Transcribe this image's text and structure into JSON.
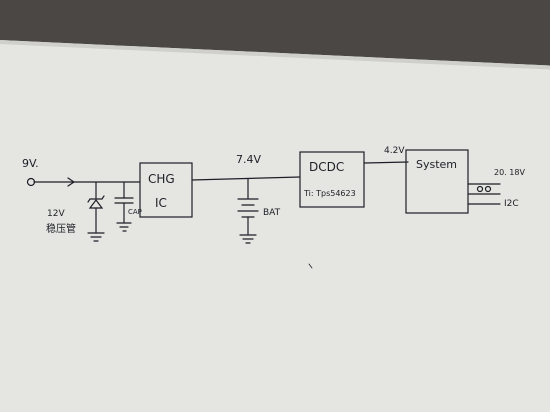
{
  "sketch": {
    "input_voltage": "9V.",
    "zener_voltage": "12V",
    "zener_name": "稳压管",
    "cap_label": "CAP",
    "charger_block": {
      "line1": "CHG",
      "line2": "IC"
    },
    "battery_voltage": "7.4V",
    "battery_label": "BAT",
    "dcdc_block": {
      "line1": "DCDC",
      "line2": "Ti: Tps54623"
    },
    "system_voltage": "4.2V",
    "system_block": {
      "line1": "System"
    },
    "output_voltage_range": "20. 18V",
    "output_i2c": "I2C"
  },
  "colors": {
    "paper": "#e7e7e3",
    "ink": "#1d1f27",
    "table": "#4a4744"
  }
}
